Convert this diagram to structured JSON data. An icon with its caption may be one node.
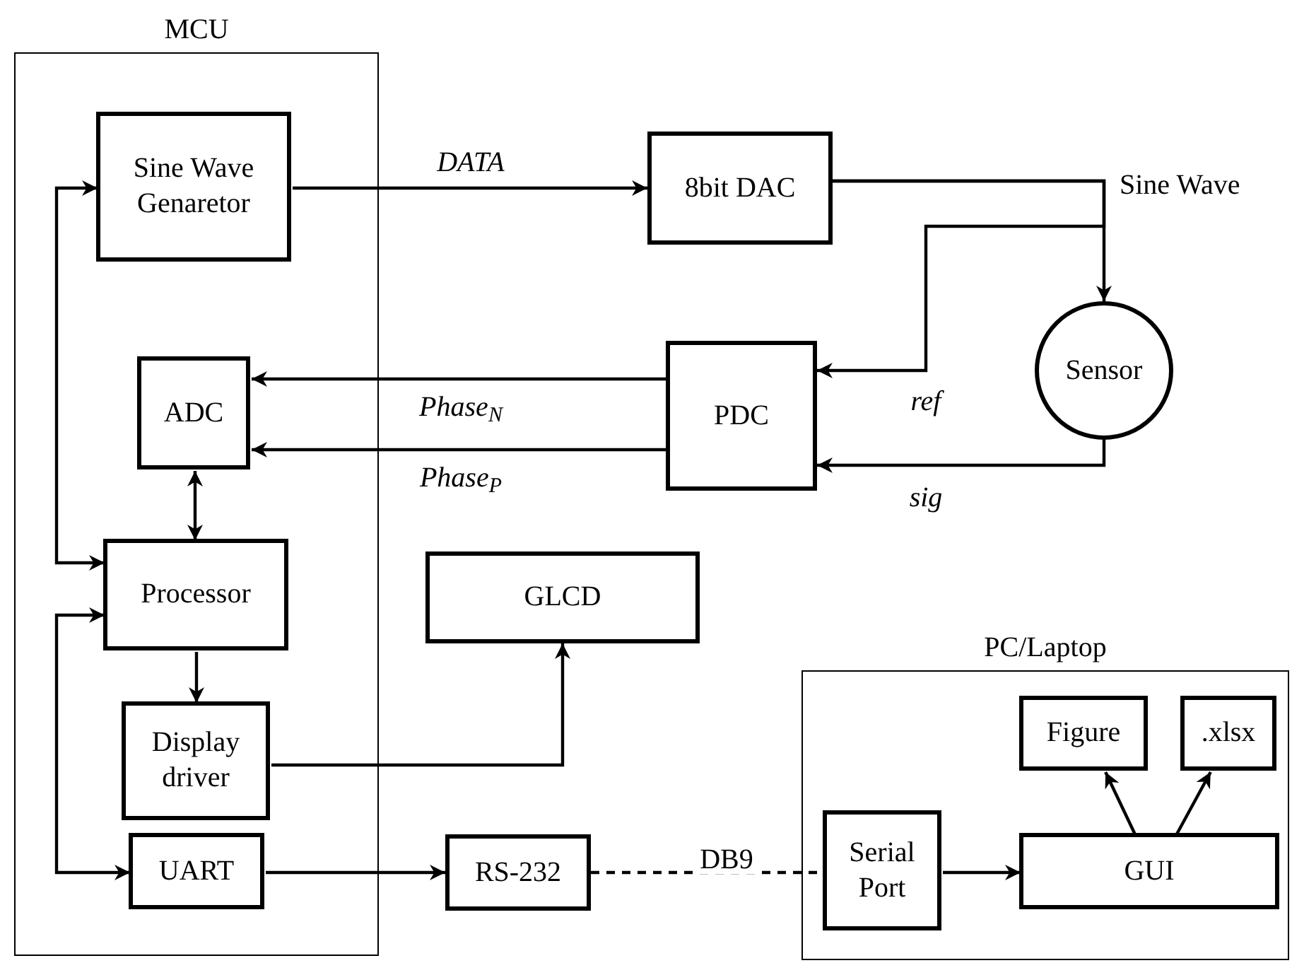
{
  "diagram": {
    "nodes": [
      {
        "text": [
          "MCU"
        ]
      },
      {
        "text": [
          "Sine Wave Genaretor"
        ],
        "in": 0
      },
      {
        "text": [
          "8bit DAC"
        ]
      },
      {
        "text": [
          "Sensor"
        ]
      },
      {
        "text": [
          "ADC"
        ],
        "in": 0
      },
      {
        "text": [
          "PDC"
        ]
      },
      {
        "text": [
          "Processor"
        ],
        "in": 0
      },
      {
        "text": [
          "GLCD"
        ]
      },
      {
        "text": [
          "Display driver"
        ],
        "in": 0
      },
      {
        "text": [
          "PC/Laptop"
        ]
      },
      {
        "text": [
          "UART"
        ],
        "in": 0
      },
      {
        "text": [
          "RS-232"
        ]
      },
      {
        "text": [
          "Serial Port"
        ],
        "in": 9
      },
      {
        "text": [
          "GUI"
        ],
        "in": 9
      },
      {
        "text": [
          "Figure"
        ],
        "in": 9
      },
      {
        "text": [
          ".xlsx"
        ],
        "in": 9
      }
    ],
    "edges": [
      {
        "from": 1,
        "to": 2,
        "arrow": "to",
        "label": "DATA"
      },
      {
        "from": 6,
        "to": 1,
        "arrow": "both"
      },
      {
        "from": 6,
        "to": 10,
        "arrow": "both"
      },
      {
        "from": 2,
        "to": 3,
        "arrow": "to"
      },
      {
        "from": 2,
        "to": 5,
        "arrow": "to",
        "label": "ref"
      },
      {
        "from": 3,
        "to": 5,
        "arrow": "to",
        "label": "sig"
      },
      {
        "from": 5,
        "to": 4,
        "arrow": "to",
        "label": "Phase$_{N}$"
      },
      {
        "from": 5,
        "to": 4,
        "arrow": "to",
        "label": "Phase$_{P}$"
      },
      {
        "from": 4,
        "to": 6,
        "arrow": "both"
      },
      {
        "from": 6,
        "to": 8,
        "arrow": "to"
      },
      {
        "from": 8,
        "to": 7,
        "arrow": "to"
      },
      {
        "from": 10,
        "to": 11,
        "arrow": "to"
      },
      {
        "from": 11,
        "to": 12,
        "arrow": "none",
        "style": "dashed"
      },
      {
        "from": 12,
        "to": 13,
        "arrow": "to"
      },
      {
        "from": 13,
        "to": 14,
        "arrow": "to"
      },
      {
        "from": 13,
        "to": 15,
        "arrow": "to"
      }
    ],
    "labels": [
      "Sine Wave",
      "DB9"
    ]
  }
}
